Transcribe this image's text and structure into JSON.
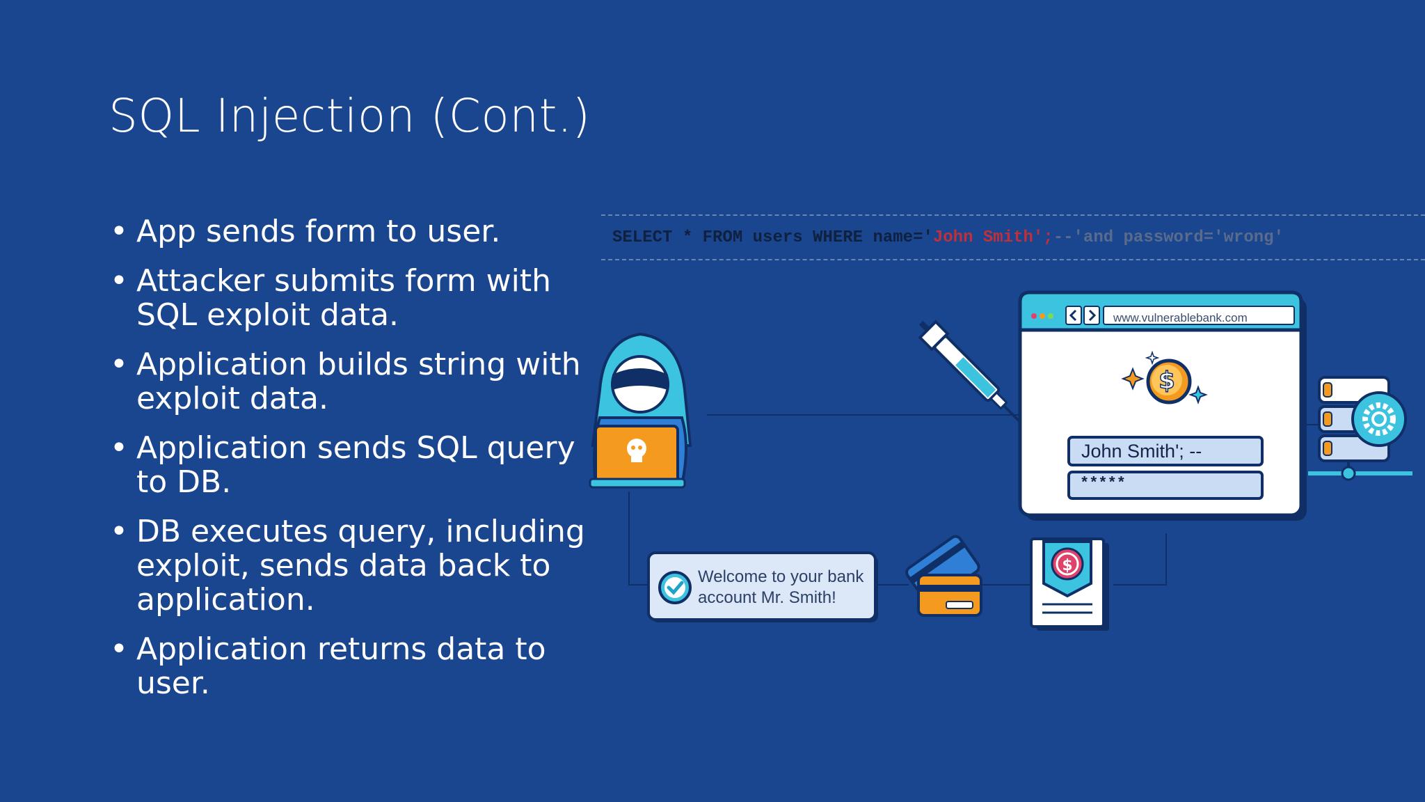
{
  "slide": {
    "title": "SQL Injection (Cont.)",
    "bullet_marker": "•",
    "bullets": [
      "App sends form to user.",
      "Attacker submits form with SQL exploit data.",
      "Application builds string with exploit data.",
      "Application sends SQL query to DB.",
      "DB executes query, including exploit, sends data back to application.",
      "Application returns data to user."
    ]
  },
  "sql": {
    "part1": "SELECT * FROM users WHERE name='",
    "part2": "John Smith';",
    "part3": " --'",
    "part4": " and password='wrong'"
  },
  "illustration": {
    "browser_url": "www.vulnerablebank.com",
    "name_field_value": "John Smith'; --",
    "password_field_value": "*****",
    "welcome_message": "Welcome to your bank account Mr. Smith!",
    "icons": [
      "hacker-icon",
      "syringe-icon",
      "browser-window-icon",
      "coin-icon",
      "database-server-icon",
      "gear-icon",
      "credit-card-icon",
      "bank-statement-icon",
      "checkmark-icon"
    ]
  },
  "colors": {
    "background": "#1a468f",
    "text": "#ffffff",
    "browser_header": "#3cc3e0",
    "accent_orange": "#f39a1f",
    "accent_pink": "#e0436a"
  }
}
